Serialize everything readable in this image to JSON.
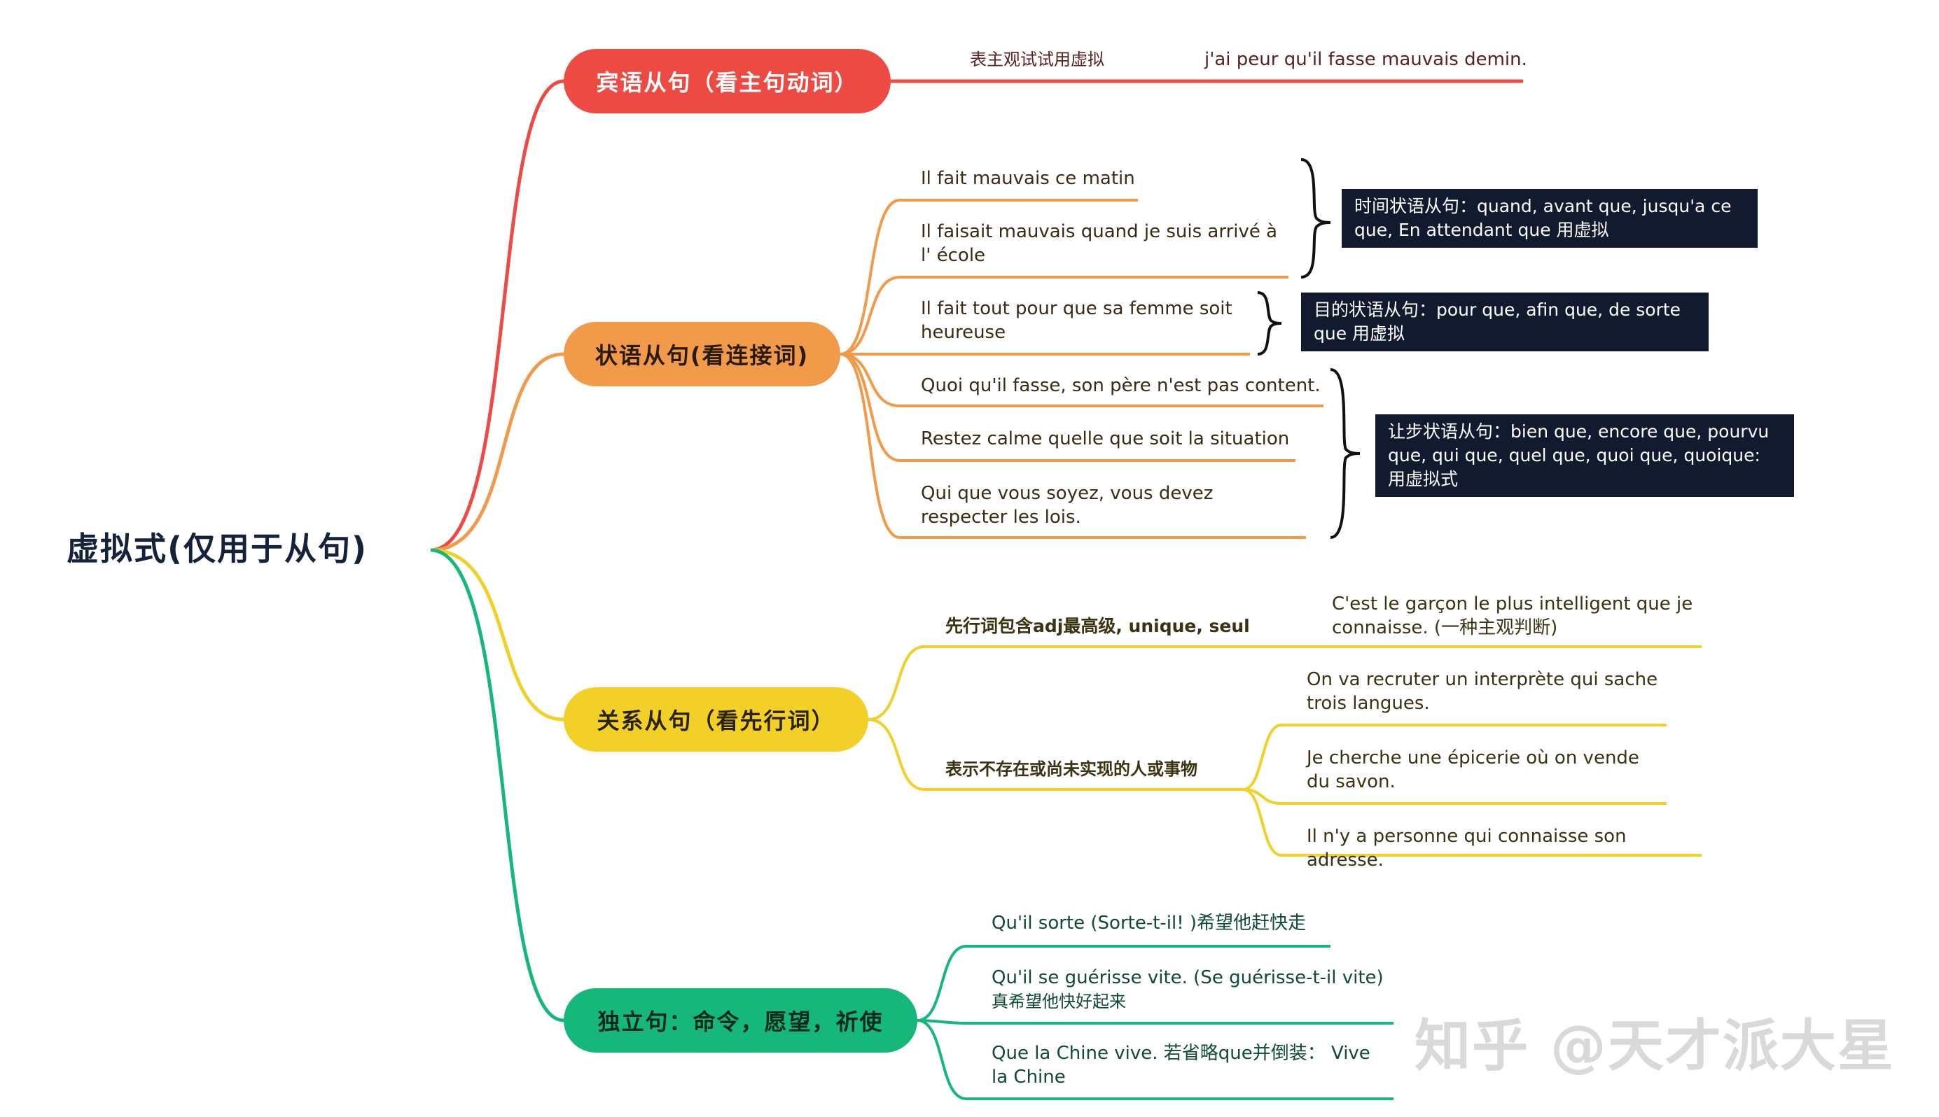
{
  "root": {
    "title": "虚拟式(仅用于从句)"
  },
  "colors": {
    "red": "#ec4a43",
    "orange": "#f09a4a",
    "yellow": "#f2d027",
    "green": "#16b77a",
    "box": "#121a30"
  },
  "branches": {
    "object": {
      "label": "宾语从句（看主句动词）",
      "leaves": [
        "表主观试试用虚拟",
        "j'ai peur qu'il fasse mauvais demin."
      ]
    },
    "adverbial": {
      "label": "状语从句(看连接词)",
      "leaves": [
        "Il fait mauvais ce matin",
        "Il faisait mauvais quand je suis arrivé à l' école",
        "Il fait tout pour que sa femme soit heureuse",
        "Quoi qu'il fasse, son père n'est pas content.",
        "Restez calme quelle que soit la situation",
        "Qui que vous soyez, vous devez respecter les lois."
      ],
      "notes": [
        "时间状语从句：quand, avant que, jusqu'a ce que, En attendant que 用虚拟",
        "目的状语从句：pour que, afin que, de sorte que 用虚拟",
        "让步状语从句：bien que, encore que, pourvu que, qui que, quel que, quoi que, quoique: 用虚拟式"
      ]
    },
    "relative": {
      "label": "关系从句（看先行词）",
      "sub1": {
        "label": "先行词包含adj最高级, unique, seul",
        "example": "C'est le garçon le plus intelligent que je connaisse. (一种主观判断)"
      },
      "sub2": {
        "label": "表示不存在或尚未实现的人或事物",
        "examples": [
          "On va recruter un interprète qui sache trois langues.",
          "Je cherche une épicerie où on vende du savon.",
          "Il n'y a personne qui connaisse son adresse."
        ]
      }
    },
    "independent": {
      "label": "独立句：命令，愿望，祈使",
      "leaves": [
        "Qu'il sorte  (Sorte-t-il! )希望他赶快走",
        "Qu'il se guérisse vite. (Se guérisse-t-il vite)",
        "真希望他快好起来",
        "Que la Chine vive. 若省略que并倒装： Vive la Chine"
      ]
    }
  },
  "watermark": "知乎 @天才派大星"
}
